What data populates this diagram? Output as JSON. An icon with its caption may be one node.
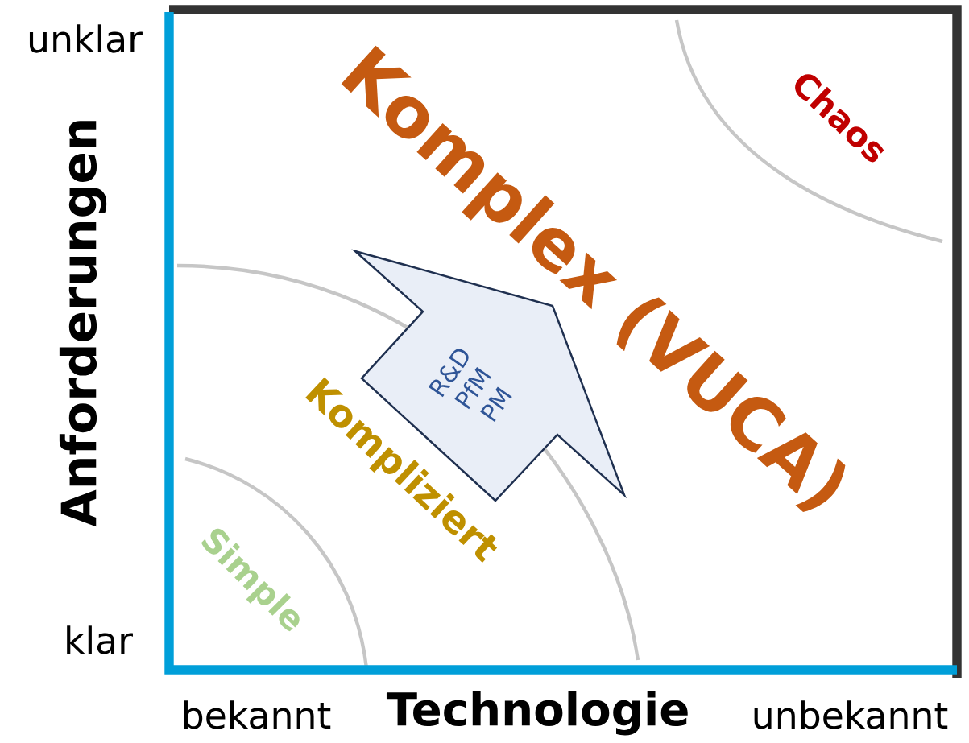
{
  "diagram": {
    "nodes": [
      {
        "text": [
          "R&D PfM PM"
        ]
      }
    ],
    "labels": [
      "unklar",
      "Komplex (VUCA)",
      "Chaos",
      "Anforderungen",
      "Kompliziert",
      "Simple",
      "klar",
      "bekannt",
      "Technologie",
      "unbekannt"
    ]
  }
}
